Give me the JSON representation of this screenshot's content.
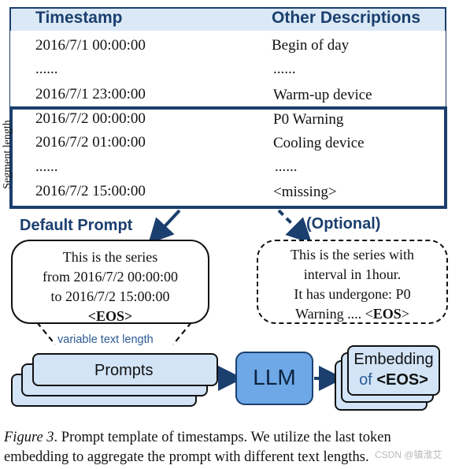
{
  "table": {
    "col_timestamp": "Timestamp",
    "col_desc": "Other Descriptions",
    "rows": [
      {
        "ts": "2016/7/1  00:00:00",
        "desc": "Begin of day"
      },
      {
        "ts": "......",
        "desc": "......"
      },
      {
        "ts": "2016/7/1  23:00:00",
        "desc": "Warm-up device"
      },
      {
        "ts": "2016/7/2  00:00:00",
        "desc": "P0 Warning"
      },
      {
        "ts": "2016/7/2  01:00:00",
        "desc": "Cooling device"
      },
      {
        "ts": "......",
        "desc": "......"
      },
      {
        "ts": "2016/7/2  15:00:00",
        "desc": "<missing>"
      }
    ],
    "segment_label": "Segment length"
  },
  "default_prompt": {
    "title": "Default Prompt",
    "lines": [
      "This is the series",
      "from 2016/7/2 00:00:00",
      "to 2016/7/2 15:00:00",
      "<EOS>"
    ]
  },
  "optional_prompt": {
    "title": "(Optional)",
    "lines": [
      "This is the series with",
      "interval in 1hour.",
      "It has undergone: P0",
      "Warning .... <",
      "EOS",
      ">"
    ]
  },
  "variable_label": "variable text length",
  "prompts_label": "Prompts",
  "llm_label": "LLM",
  "embedding": {
    "line1": "Embedding",
    "of": "of",
    "eos": "<EOS>"
  },
  "caption": {
    "fig": "Figure 3",
    "text": ". Prompt template of timestamps. We utilize the last token embedding to aggregate the prompt with different text lengths."
  },
  "watermark": "CSDN @镇淮艾",
  "colors": {
    "navy": "#1b3f6e",
    "light_blue": "#d2e4f6",
    "llm_blue": "#6ea8e6"
  }
}
